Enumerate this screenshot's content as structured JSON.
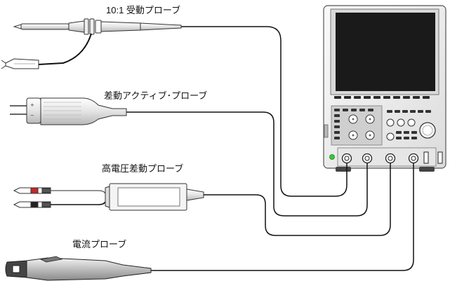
{
  "probes": [
    {
      "id": "passive",
      "label": "10:1 受動プローブ"
    },
    {
      "id": "differential-active",
      "label": "差動アクティブ･プローブ"
    },
    {
      "id": "high-voltage-differential",
      "label": "高電圧差動プローブ"
    },
    {
      "id": "current",
      "label": "電流プローブ"
    }
  ],
  "colors": {
    "outline": "#333333",
    "cable": "#111111",
    "scope_body": "#f0f0f0",
    "screen": "#1a1a1a",
    "power_led": "#33cc33"
  }
}
